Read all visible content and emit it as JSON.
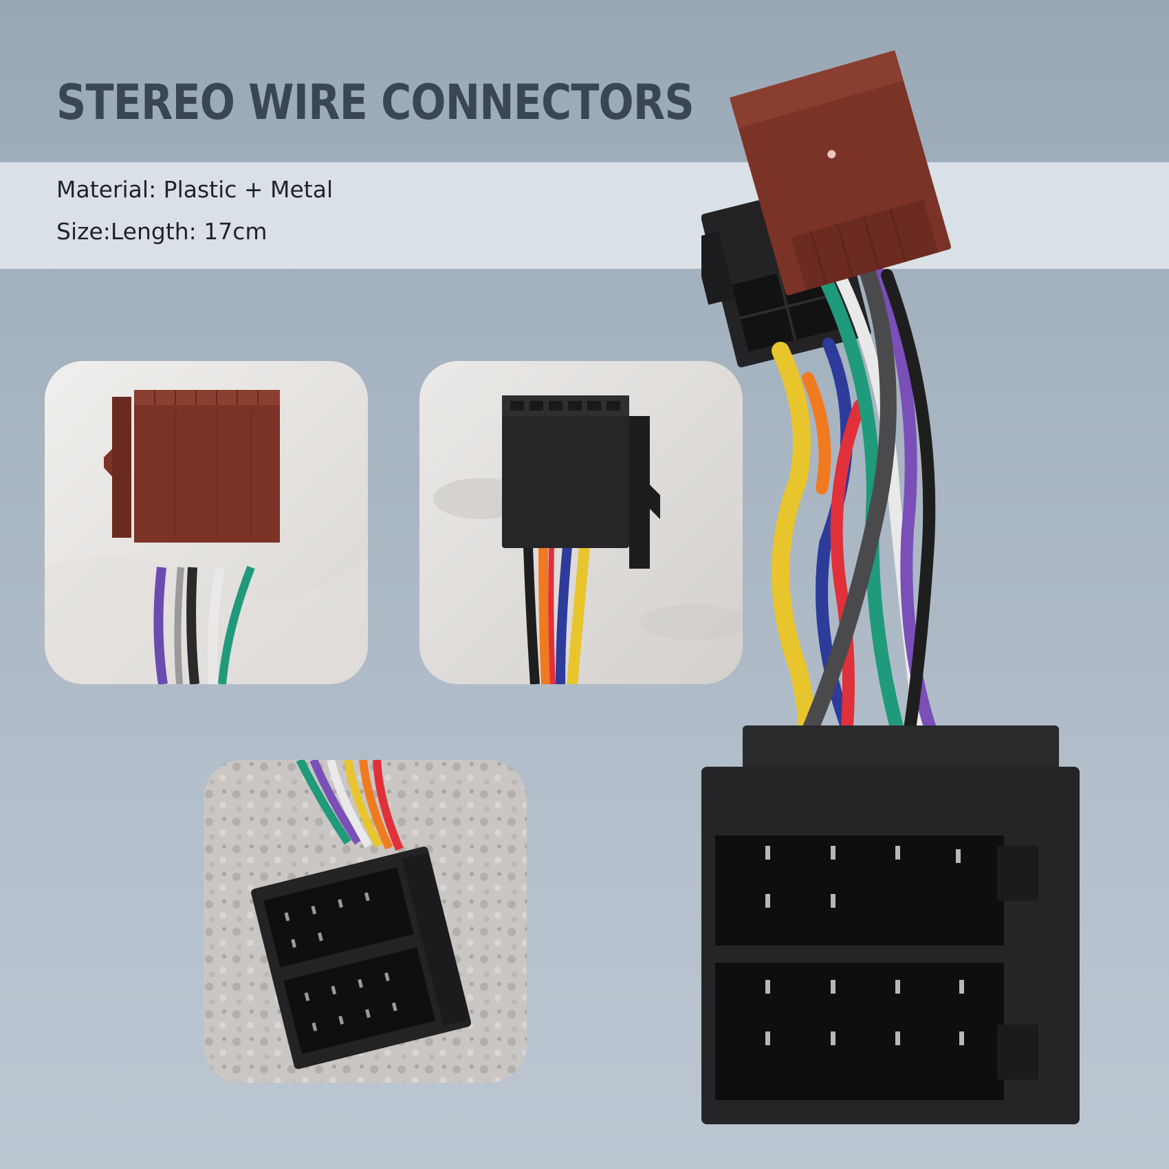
{
  "header": {
    "title": "STEREO WIRE CONNECTORS"
  },
  "specs": {
    "material": "Material: Plastic + Metal",
    "size": "Size:Length: 17cm"
  },
  "images": {
    "detail_1": "brown-iso-connector-photo",
    "detail_2": "black-iso-plug-photo",
    "detail_3": "iso-socket-photo",
    "main": "wire-harness-photo"
  },
  "colors": {
    "background": "#a7b4c1",
    "title": "#3a4654",
    "band": "#e1e7ed",
    "connector_brown": "#7a3326",
    "connector_black": "#232325",
    "wire_yellow": "#e8c52c",
    "wire_green": "#1f9a7a",
    "wire_red": "#e0303a",
    "wire_blue": "#2d3b9a",
    "wire_orange": "#f07a20",
    "wire_purple": "#7a4fb8"
  }
}
